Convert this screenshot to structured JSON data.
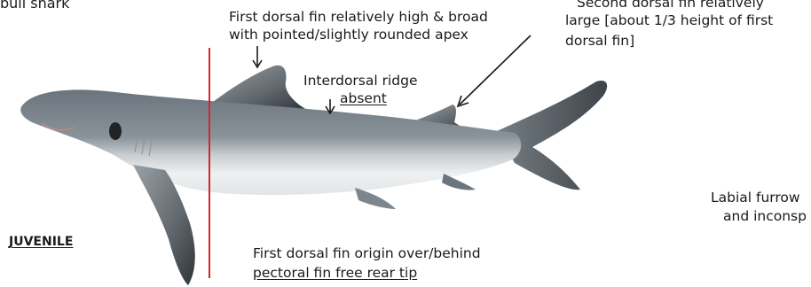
{
  "header": {
    "species": "bull shark"
  },
  "labels": {
    "first_dorsal_line1": "First dorsal fin relatively  high & broad",
    "first_dorsal_line2": "with pointed/slightly rounded apex",
    "second_dorsal_line1": "Second dorsal fin relatively",
    "second_dorsal_line2": "large [about 1/3 height of first",
    "second_dorsal_line3": "dorsal fin]",
    "interdorsal_line1": "Interdorsal ridge",
    "interdorsal_line2": "absent",
    "origin_line1": "First dorsal fin origin over/behind",
    "origin_line2": "pectoral fin free rear tip",
    "labial_line1": "Labial furrow",
    "labial_line2": "and inconsp",
    "stage": "JUVENILE"
  },
  "colors": {
    "reference_line": "#d6262b",
    "shark_back": "#6f7a83",
    "shark_belly": "#eef0f1"
  }
}
